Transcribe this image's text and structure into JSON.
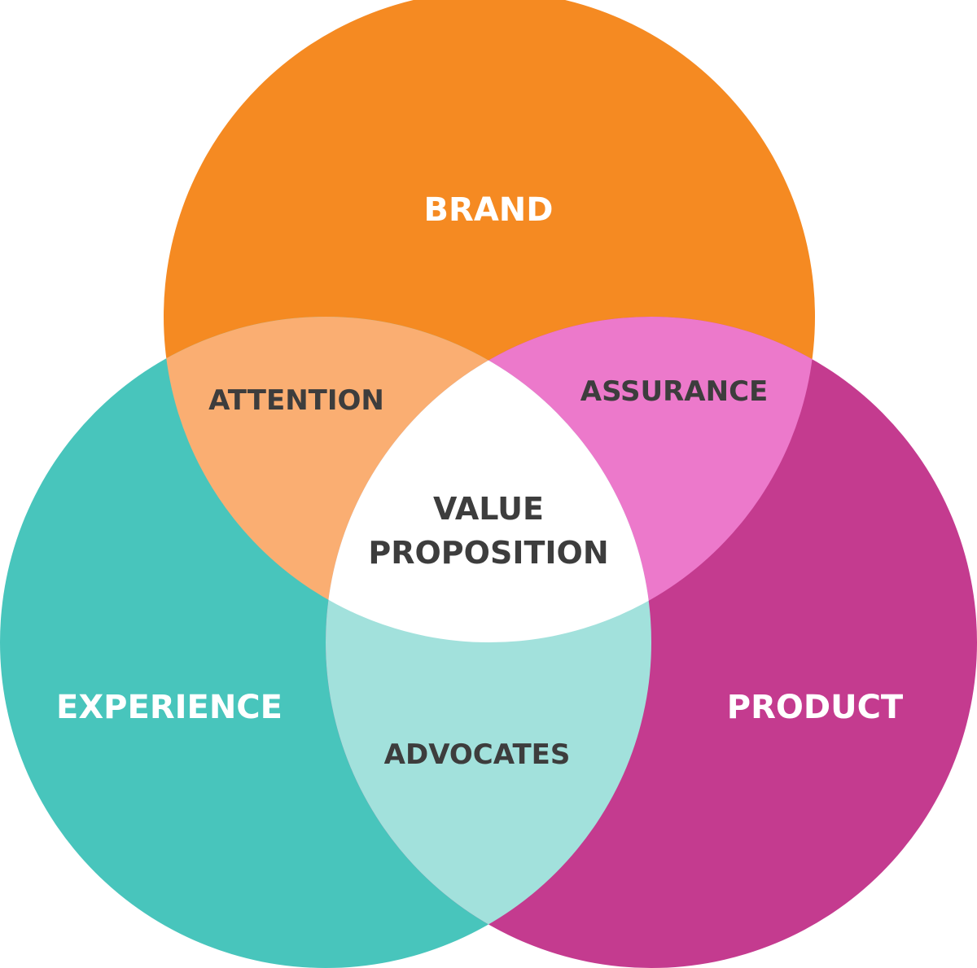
{
  "diagram": {
    "type": "venn",
    "sets": [
      {
        "id": "brand",
        "label": "BRAND",
        "color": "#F58A22"
      },
      {
        "id": "experience",
        "label": "EXPERIENCE",
        "color": "#48C5BC"
      },
      {
        "id": "product",
        "label": "PRODUCT",
        "color": "#C43B8F"
      }
    ],
    "overlaps": [
      {
        "sets": [
          "brand",
          "experience"
        ],
        "label": "ATTENTION",
        "color": "#FAAE72"
      },
      {
        "sets": [
          "brand",
          "product"
        ],
        "label": "ASSURANCE",
        "color": "#EC79CB"
      },
      {
        "sets": [
          "experience",
          "product"
        ],
        "label": "ADVOCATES",
        "color": "#A2E1DC"
      }
    ],
    "center": {
      "sets": [
        "brand",
        "experience",
        "product"
      ],
      "label_line1": "VALUE",
      "label_line2": "PROPOSITION",
      "color": "#FFFFFF"
    },
    "text_colors": {
      "main": "#FFFFFF",
      "overlap": "#3D3D3D"
    }
  }
}
